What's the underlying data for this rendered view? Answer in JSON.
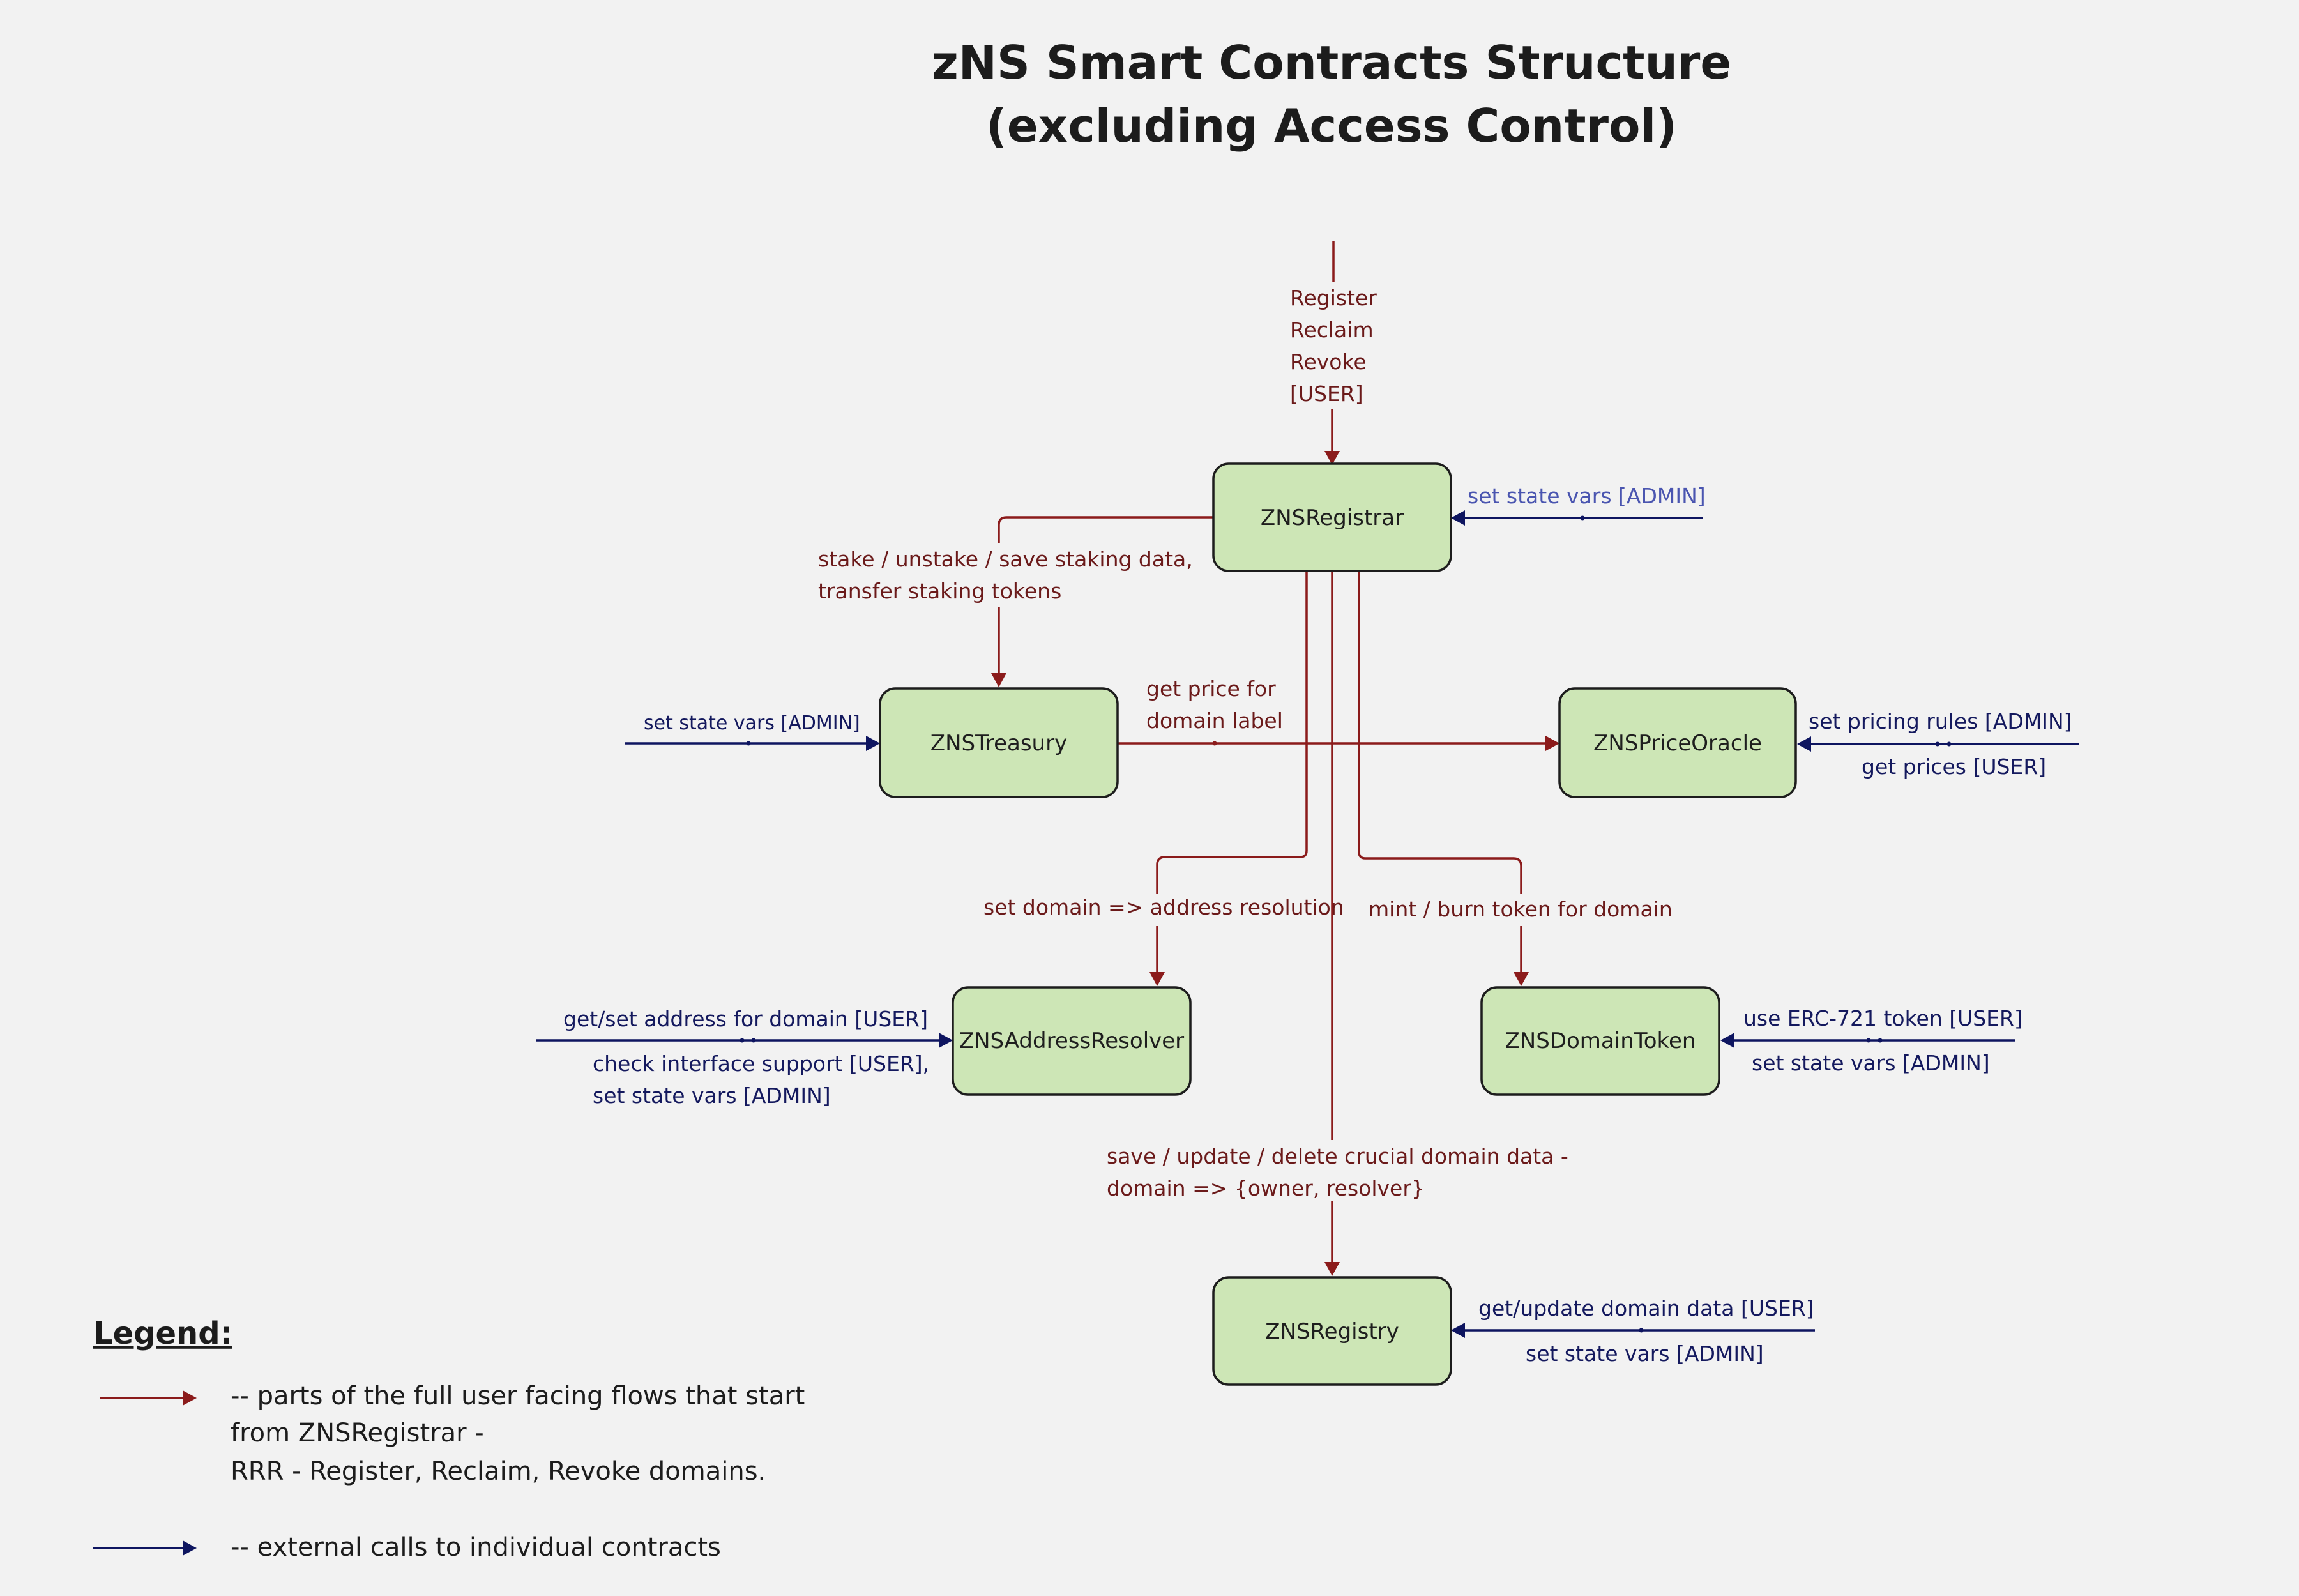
{
  "title": {
    "line1": "zNS Smart Contracts Structure",
    "line2": "(excluding Access Control)"
  },
  "nodes": {
    "registrar": "ZNSRegistrar",
    "treasury": "ZNSTreasury",
    "price_oracle": "ZNSPriceOracle",
    "address_resolver": "ZNSAddressResolver",
    "domain_token": "ZNSDomainToken",
    "registry": "ZNSRegistry"
  },
  "red_labels": {
    "entry": [
      "Register",
      "Reclaim",
      "Revoke",
      "[USER]"
    ],
    "stake": [
      "stake / unstake / save staking data,",
      "transfer staking tokens"
    ],
    "price": [
      "get price for",
      "domain label"
    ],
    "resolver": "set domain => address resolution",
    "token": "mint / burn token for domain",
    "registry": [
      "save / update / delete crucial domain data -",
      "domain => {owner, resolver}"
    ]
  },
  "blue_labels": {
    "registrar_admin": "set state vars [ADMIN]",
    "treasury_admin": "set state vars [ADMIN]",
    "oracle_top": "set pricing rules [ADMIN]",
    "oracle_bottom": "get prices [USER]",
    "resolver_top": "get/set address for domain [USER]",
    "resolver_bottom": [
      "check interface support [USER],",
      "set state vars [ADMIN]"
    ],
    "token_top": "use ERC-721 token [USER]",
    "token_bottom": "set state vars [ADMIN]",
    "registry_top": "get/update domain data [USER]",
    "registry_bottom": "set state vars [ADMIN]"
  },
  "legend": {
    "title": "Legend:",
    "red": [
      "-- parts of the full user facing flows that start",
      "from ZNSRegistrar -",
      "RRR - Register, Reclaim, Revoke domains."
    ],
    "blue": "-- external calls to individual contracts"
  },
  "colors": {
    "red_flow": "#8b1b1b",
    "blue_flow": "#0e1560",
    "node_fill": "#cde6b6",
    "background": "#f2f2f2"
  }
}
